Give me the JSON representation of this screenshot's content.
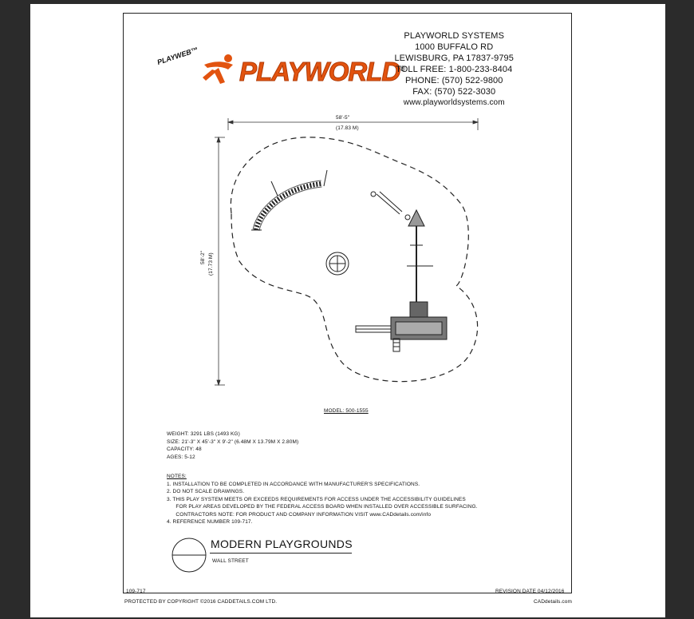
{
  "brand": {
    "playweb": "PLAYWEB™",
    "name": "PLAYWORLD",
    "reg": "®",
    "color": "#E2530F"
  },
  "company": {
    "lines": [
      "PLAYWORLD SYSTEMS",
      "1000 BUFFALO RD",
      "LEWISBURG, PA 17837-9795",
      "TOLL FREE: 1-800-233-8404",
      "PHONE: (570) 522-9800",
      "FAX: (570) 522-3030",
      "www.playworldsystems.com"
    ]
  },
  "dimensions": {
    "width_ft": "58'-5\"",
    "width_m": "(17.83 M)",
    "height_ft": "58'-2\"",
    "height_m": "(17.73 M)"
  },
  "model": "MODEL: 500-1555",
  "specs": [
    "WEIGHT: 3291 LBS (1493 KG)",
    "SIZE: 21'-3\" X 45'-3\" X 9'-2\" (6.48M X 13.79M X 2.80M)",
    "CAPACITY: 48",
    "AGES: 5-12"
  ],
  "notes": {
    "heading": "NOTES:",
    "items": [
      "1.  INSTALLATION TO BE COMPLETED IN ACCORDANCE WITH MANUFACTURER'S SPECIFICATIONS.",
      "2.  DO NOT SCALE DRAWINGS.",
      "3.  THIS PLAY SYSTEM MEETS OR EXCEEDS REQUIREMENTS FOR ACCESS UNDER THE ACCESSIBILITY GUIDELINES",
      "      FOR PLAY AREAS DEVELOPED BY THE FEDERAL ACCESS BOARD WHEN INSTALLED OVER ACCESSIBLE SURFACING.",
      "      CONTRACTORS NOTE: FOR PRODUCT AND COMPANY INFORMATION VISIT www.CADdetails.com/info",
      "4.  REFERENCE NUMBER 109-717."
    ]
  },
  "title_block": {
    "title": "MODERN PLAYGROUNDS",
    "subtitle": "WALL STREET"
  },
  "footer": {
    "ref": "109-717",
    "revision": "REVISION DATE 04/12/2016",
    "copyright": "PROTECTED BY COPYRIGHT ©2016 CADDETAILS.COM LTD.",
    "site": "CADdetails.com"
  }
}
